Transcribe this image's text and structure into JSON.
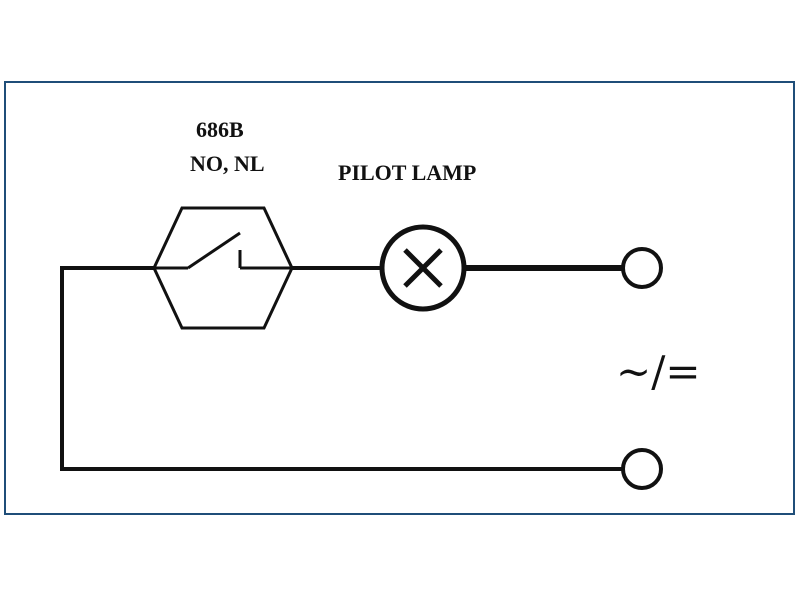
{
  "switch": {
    "model": "686B",
    "contacts": "NO, NL"
  },
  "lamp": {
    "label": "PILOT LAMP"
  },
  "supply": {
    "symbol": "~/="
  },
  "colors": {
    "frame": "#1f4e79",
    "wire": "#111111"
  },
  "icons": [
    "switch-hexagon-icon",
    "pilot-lamp-icon",
    "terminal-icon"
  ]
}
